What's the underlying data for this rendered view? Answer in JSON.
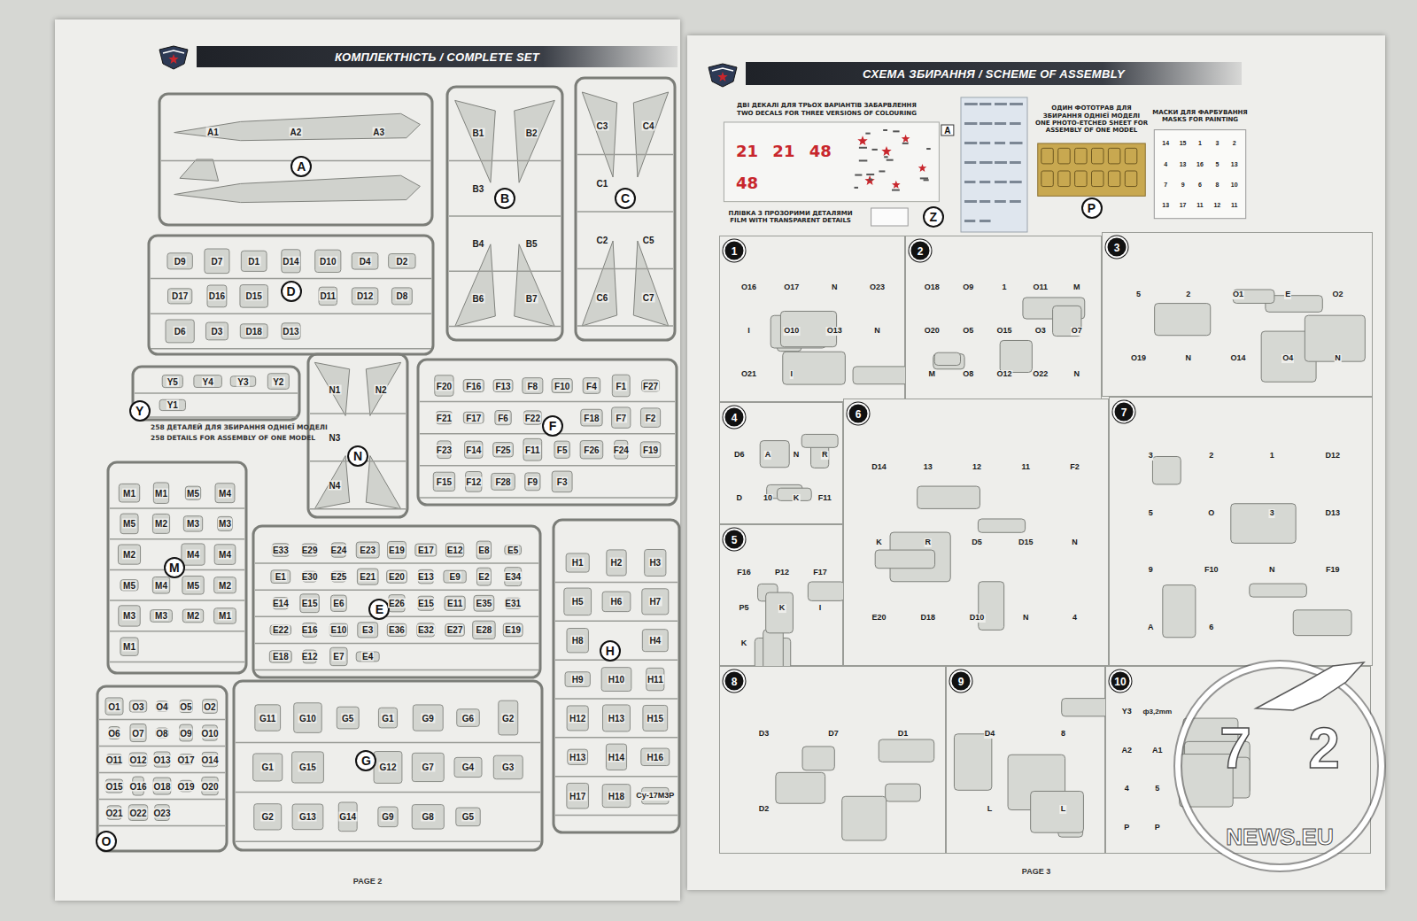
{
  "diagram": {
    "nodes": [
      {
        "text": [
          "PAGE 2"
        ]
      },
      {
        "text": [
          "КОМПЛЕКТНІСТЬ / COMPLETE SET"
        ],
        "in": 0
      },
      {
        "text": [
          "A",
          "A1",
          "A2",
          "A3"
        ],
        "in": 0
      },
      {
        "text": [
          "B",
          "B1",
          "B2",
          "B3",
          "B4",
          "B5",
          "B6",
          "B7"
        ],
        "in": 0
      },
      {
        "text": [
          "C",
          "C3",
          "C4",
          "C1",
          "C2",
          "C5",
          "C6",
          "C7"
        ],
        "in": 0
      },
      {
        "text": [
          "D",
          "D9",
          "D7",
          "D1",
          "D14",
          "D10",
          "D4",
          "D2",
          "D17",
          "D16",
          "D15",
          "D11",
          "D12",
          "D8",
          "D6",
          "D3",
          "D18",
          "D13"
        ],
        "in": 0
      },
      {
        "text": [
          "Y",
          "Y5",
          "Y4",
          "Y3",
          "Y2",
          "Y1"
        ],
        "in": 0
      },
      {
        "text": [
          "N",
          "N1",
          "N2",
          "N3",
          "N4"
        ],
        "in": 0
      },
      {
        "text": [
          "F",
          "F20",
          "F16",
          "F13",
          "F8",
          "F10",
          "F4",
          "F1",
          "F27",
          "F21",
          "F17",
          "F6",
          "F22",
          "F18",
          "F7",
          "F2",
          "F23",
          "F14",
          "F25",
          "F11",
          "F5",
          "F26",
          "F24",
          "F19",
          "F15",
          "F12",
          "F28",
          "F9",
          "F3"
        ],
        "in": 0
      },
      {
        "text": [
          "M",
          "M1",
          "M1",
          "M5",
          "M4",
          "M5",
          "M2",
          "M3",
          "M3",
          "M2",
          "M4",
          "M4",
          "M5",
          "M4",
          "M5",
          "M2",
          "M3",
          "M3",
          "M2",
          "M1",
          "M1"
        ],
        "in": 0
      },
      {
        "text": [
          "E",
          "E33",
          "E29",
          "E24",
          "E23",
          "E19",
          "E17",
          "E12",
          "E8",
          "E5",
          "E1",
          "E30",
          "E25",
          "E21",
          "E20",
          "E13",
          "E9",
          "E2",
          "E34",
          "E14",
          "E15",
          "E6",
          "E26",
          "E15",
          "E11",
          "E35",
          "E31",
          "E22",
          "E16",
          "E10",
          "E3",
          "E36",
          "E32",
          "E27",
          "E28",
          "E19",
          "E18",
          "E12",
          "E7",
          "E4"
        ],
        "in": 0
      },
      {
        "text": [
          "H",
          "H1",
          "H2",
          "H3",
          "H5",
          "H6",
          "H7",
          "H8",
          "H4",
          "H9",
          "H10",
          "H11",
          "H12",
          "H13",
          "H15",
          "H13",
          "H14",
          "H16",
          "H17",
          "H18",
          "Су-17М3Р"
        ],
        "in": 0
      },
      {
        "text": [
          "O",
          "O1",
          "O3",
          "O4",
          "O5",
          "O2",
          "O6",
          "O7",
          "O8",
          "O9",
          "O10",
          "O11",
          "O12",
          "O13",
          "O17",
          "O14",
          "O15",
          "O16",
          "O18",
          "O19",
          "O20",
          "O21",
          "O22",
          "O23"
        ],
        "in": 0
      },
      {
        "text": [
          "G",
          "G11",
          "G10",
          "G5",
          "G1",
          "G9",
          "G6",
          "G2",
          "G1",
          "G15",
          "G12",
          "G7",
          "G4",
          "G3",
          "G2",
          "G13",
          "G14",
          "G9",
          "G8",
          "G5"
        ],
        "in": 0
      },
      {
        "text": [
          "PAGE 3"
        ]
      },
      {
        "text": [
          "СХЕМА ЗБИРАННЯ / SCHEME OF ASSEMBLY"
        ],
        "in": 14
      },
      {
        "text": [
          "ДВІ ДЕКАЛІ ДЛЯ ТРЬОХ ВАРІАНТІВ ЗАБАРВЛЕННЯ",
          "TWO DECALS FOR THREE VERSIONS OF COLOURING",
          "A",
          "21",
          "21",
          "48",
          "48"
        ],
        "in": 14
      },
      {
        "text": [
          "ПЛІВКА З ПРОЗОРИМИ ДЕТАЛЯМИ",
          "FILM WITH TRANSPARENT DETAILS",
          "Z"
        ],
        "in": 14
      },
      {
        "text": [
          "ОДИН ФОТОТРАВ ДЛЯ ЗБИРАННЯ ОДНІЄЇ МОДЕЛІ",
          "ONE PHOTO-ETCHED SHEET FOR ASSEMBLY OF ONE MODEL",
          "P"
        ],
        "in": 14
      },
      {
        "text": [
          "МАСКИ ДЛЯ ФАРБУВАННЯ",
          "MASKS FOR PAINTING",
          "14",
          "15",
          "1",
          "3",
          "2",
          "4",
          "13",
          "16",
          "5",
          "13",
          "7",
          "9",
          "6",
          "8",
          "10",
          "13",
          "17",
          "11",
          "12",
          "11"
        ],
        "in": 14
      },
      {
        "text": [
          "1",
          "O16",
          "O17",
          "N",
          "O23",
          "I",
          "O10",
          "O13",
          "N",
          "O21",
          "I"
        ],
        "in": 14
      },
      {
        "text": [
          "2",
          "O18",
          "O9",
          "1",
          "O11",
          "M",
          "O20",
          "O5",
          "O15",
          "O3",
          "O7",
          "M",
          "O8",
          "O12",
          "O22",
          "N"
        ],
        "in": 14
      },
      {
        "text": [
          "3",
          "5",
          "2",
          "O1",
          "E",
          "O2",
          "O19",
          "N",
          "O14",
          "O4",
          "N"
        ],
        "in": 14
      },
      {
        "text": [
          "4",
          "D6",
          "A",
          "N",
          "R",
          "D",
          "10",
          "K",
          "F11"
        ],
        "in": 14
      },
      {
        "text": [
          "5",
          "F16",
          "P12",
          "F17",
          "P5",
          "K",
          "I",
          "K"
        ],
        "in": 14
      },
      {
        "text": [
          "6",
          "D14",
          "13",
          "12",
          "11",
          "F2",
          "K",
          "R",
          "D5",
          "D15",
          "N",
          "E20",
          "D18",
          "D10",
          "N",
          "4"
        ],
        "in": 14
      },
      {
        "text": [
          "7",
          "3",
          "2",
          "1",
          "D12",
          "5",
          "O",
          "3",
          "D13",
          "9",
          "F10",
          "N",
          "F19",
          "A",
          "6"
        ],
        "in": 14
      },
      {
        "text": [
          "8",
          "D3",
          "D7",
          "D1",
          "D2"
        ],
        "in": 14
      },
      {
        "text": [
          "9",
          "D4",
          "8",
          "L",
          "L"
        ],
        "in": 14
      },
      {
        "text": [
          "10",
          "Y3",
          "ф3,2mm",
          "A2",
          "A1",
          "4",
          "5",
          "P",
          "P"
        ],
        "in": 14
      }
    ],
    "labels": [
      "258 ДЕТАЛЕЙ ДЛЯ ЗБИРАННЯ ОДНІЄЇ МОДЕЛІ",
      "258 DETAILS FOR ASSEMBLY OF ONE MODEL",
      "7",
      "2",
      "NEWS.EU"
    ]
  }
}
